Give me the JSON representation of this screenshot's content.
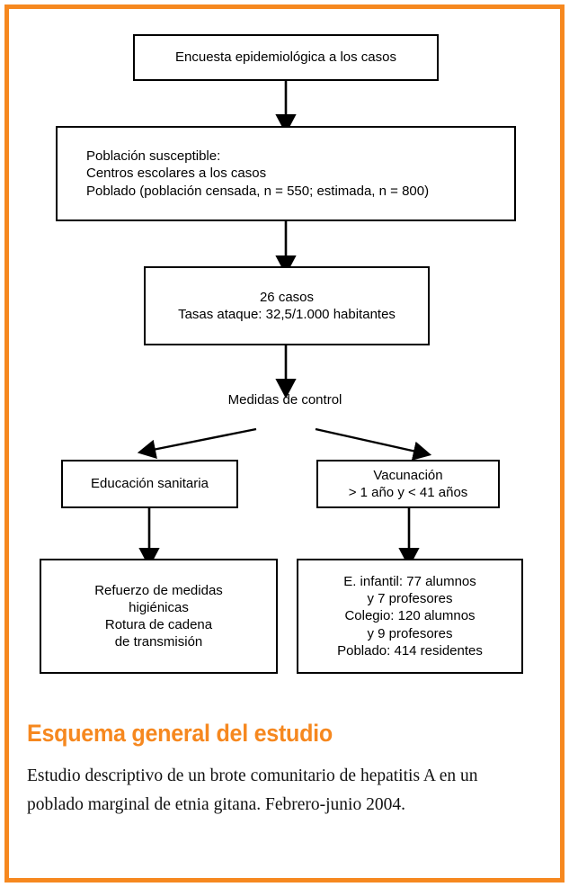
{
  "figure": {
    "frame_color": "#F6881F",
    "background": "#ffffff",
    "box_border_color": "#000000",
    "text_color": "#000000"
  },
  "flowchart": {
    "type": "flowchart",
    "orientation": "top-to-bottom",
    "nodes": [
      {
        "id": "encuesta",
        "label": "Encuesta epidemiológica a los casos",
        "shape": "rectangle",
        "align": "center"
      },
      {
        "id": "poblacion",
        "label": "Población susceptible:\n  Centros escolares a los casos\n  Poblado (población censada, n = 550; estimada, n = 800)",
        "shape": "rectangle",
        "align": "left"
      },
      {
        "id": "casos",
        "label": "26 casos\nTasas ataque: 32,5/1.000 habitantes",
        "shape": "rectangle",
        "align": "center"
      },
      {
        "id": "medidas",
        "label": "Medidas de control",
        "shape": "plain-text",
        "align": "center"
      },
      {
        "id": "educacion",
        "label": "Educación sanitaria",
        "shape": "rectangle",
        "align": "center"
      },
      {
        "id": "vacunacion",
        "label": "Vacunación\n> 1 año y < 41 años",
        "shape": "rectangle",
        "align": "center"
      },
      {
        "id": "refuerzo",
        "label": "Refuerzo de medidas\nhigiénicas\nRotura de cadena\nde transmisión",
        "shape": "rectangle",
        "align": "center"
      },
      {
        "id": "vacresult",
        "label": "E. infantil: 77 alumnos\ny 7 profesores\nColegio: 120 alumnos\ny 9 profesores\nPoblado: 414 residentes",
        "shape": "rectangle",
        "align": "center"
      }
    ],
    "edges": [
      {
        "from": "encuesta",
        "to": "poblacion",
        "style": "solid-arrow-down"
      },
      {
        "from": "poblacion",
        "to": "casos",
        "style": "solid-arrow-down"
      },
      {
        "from": "casos",
        "to": "medidas",
        "style": "solid-arrow-down"
      },
      {
        "from": "medidas",
        "to": "educacion",
        "style": "solid-arrow-diagonal-left"
      },
      {
        "from": "medidas",
        "to": "vacunacion",
        "style": "solid-arrow-diagonal-right"
      },
      {
        "from": "educacion",
        "to": "refuerzo",
        "style": "solid-arrow-down"
      },
      {
        "from": "vacunacion",
        "to": "vacresult",
        "style": "solid-arrow-down"
      }
    ],
    "key_numbers": {
      "poblacion_censada": 550,
      "poblacion_estimada": 800,
      "casos": 26,
      "tasa_ataque_por_1000": "32,5",
      "edad_minima_vacunacion": "> 1 año",
      "edad_maxima_vacunacion": "< 41 años",
      "infantil_alumnos": 77,
      "infantil_profesores": 7,
      "colegio_alumnos": 120,
      "colegio_profesores": 9,
      "poblado_residentes": 414
    }
  },
  "caption": {
    "title": "Esquema general del estudio",
    "body": "Estudio descriptivo de un brote comunitario de hepatitis A en un poblado marginal de etnia gitana. Febrero-junio 2004."
  }
}
